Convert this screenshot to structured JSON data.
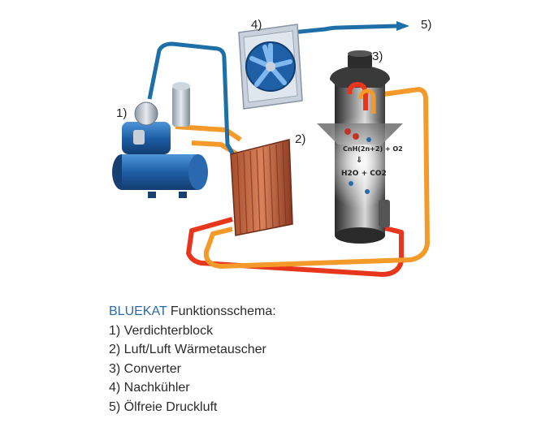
{
  "callouts": {
    "c1": "1)",
    "c2": "2)",
    "c3": "3)",
    "c4": "4)",
    "c5": "5)"
  },
  "formula": {
    "reactant_hydrocarbon": "CnH(2n+2) + O2",
    "arrow": "⇓",
    "product": "H2O + CO2"
  },
  "legend": {
    "brand": "BLUEKAT",
    "title_rest": " Funktionsschema:",
    "items": [
      "1) Verdichterblock",
      "2) Luft/Luft Wärmetauscher",
      "3) Converter",
      "4) Nachkühler",
      "5) Ölfreie Druckluft"
    ]
  },
  "colors": {
    "pipe_blue": "#1e6fa8",
    "pipe_orange": "#f39a2a",
    "pipe_red": "#e8361c",
    "brand_blue": "#2a6aa8"
  }
}
